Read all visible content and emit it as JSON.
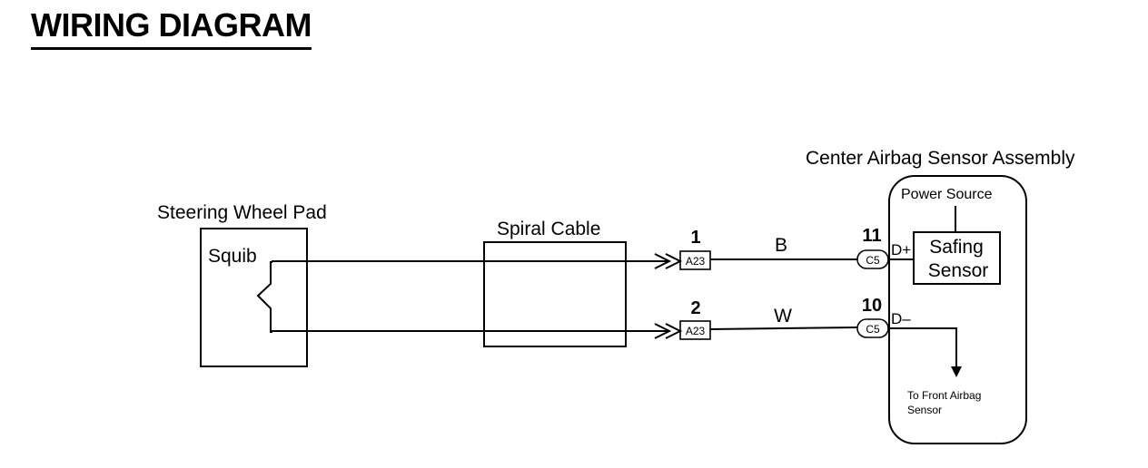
{
  "title": "WIRING DIAGRAM",
  "components": {
    "steering_wheel_pad": {
      "label": "Steering Wheel Pad",
      "squib_label": "Squib"
    },
    "spiral_cable": {
      "label": "Spiral Cable"
    },
    "center_airbag_sensor": {
      "label": "Center Airbag Sensor Assembly",
      "power_source_label": "Power Source",
      "safing_sensor_line1": "Safing",
      "safing_sensor_line2": "Sensor",
      "front_sensor_line1": "To Front Airbag",
      "front_sensor_line2": "Sensor"
    }
  },
  "wires": [
    {
      "pin_left": "1",
      "connector_left": "A23",
      "color": "B",
      "pin_right": "11",
      "connector_right": "C5",
      "terminal": "D+"
    },
    {
      "pin_left": "2",
      "connector_left": "A23",
      "color": "W",
      "pin_right": "10",
      "connector_right": "C5",
      "terminal": "D–"
    }
  ]
}
